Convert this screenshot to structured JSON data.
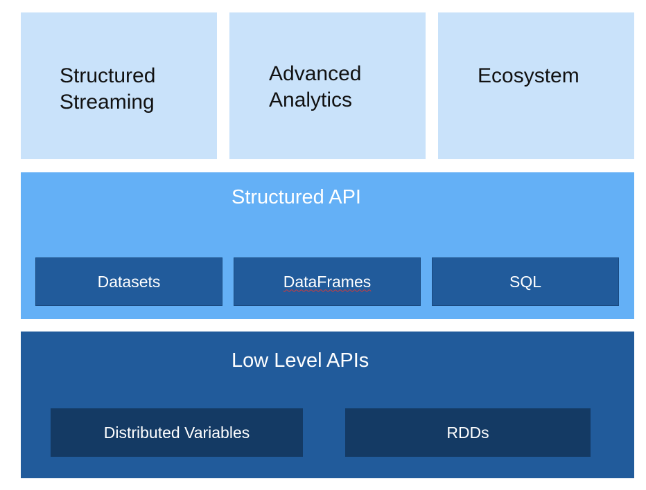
{
  "top_row": [
    {
      "label": "Structured\nStreaming"
    },
    {
      "label": "Advanced\nAnalytics"
    },
    {
      "label": "Ecosystem"
    }
  ],
  "structured_api": {
    "title": "Structured API",
    "items": [
      {
        "label": "Datasets"
      },
      {
        "label": "DataFrames"
      },
      {
        "label": "SQL"
      }
    ]
  },
  "low_level_apis": {
    "title": "Low Level APIs",
    "items": [
      {
        "label": "Distributed Variables"
      },
      {
        "label": "RDDs"
      }
    ]
  },
  "colors": {
    "top_box": "#c9e2fa",
    "structured_layer": "#64b0f6",
    "structured_item": "#215b9b",
    "low_layer": "#215b9b",
    "low_item": "#143a64"
  }
}
